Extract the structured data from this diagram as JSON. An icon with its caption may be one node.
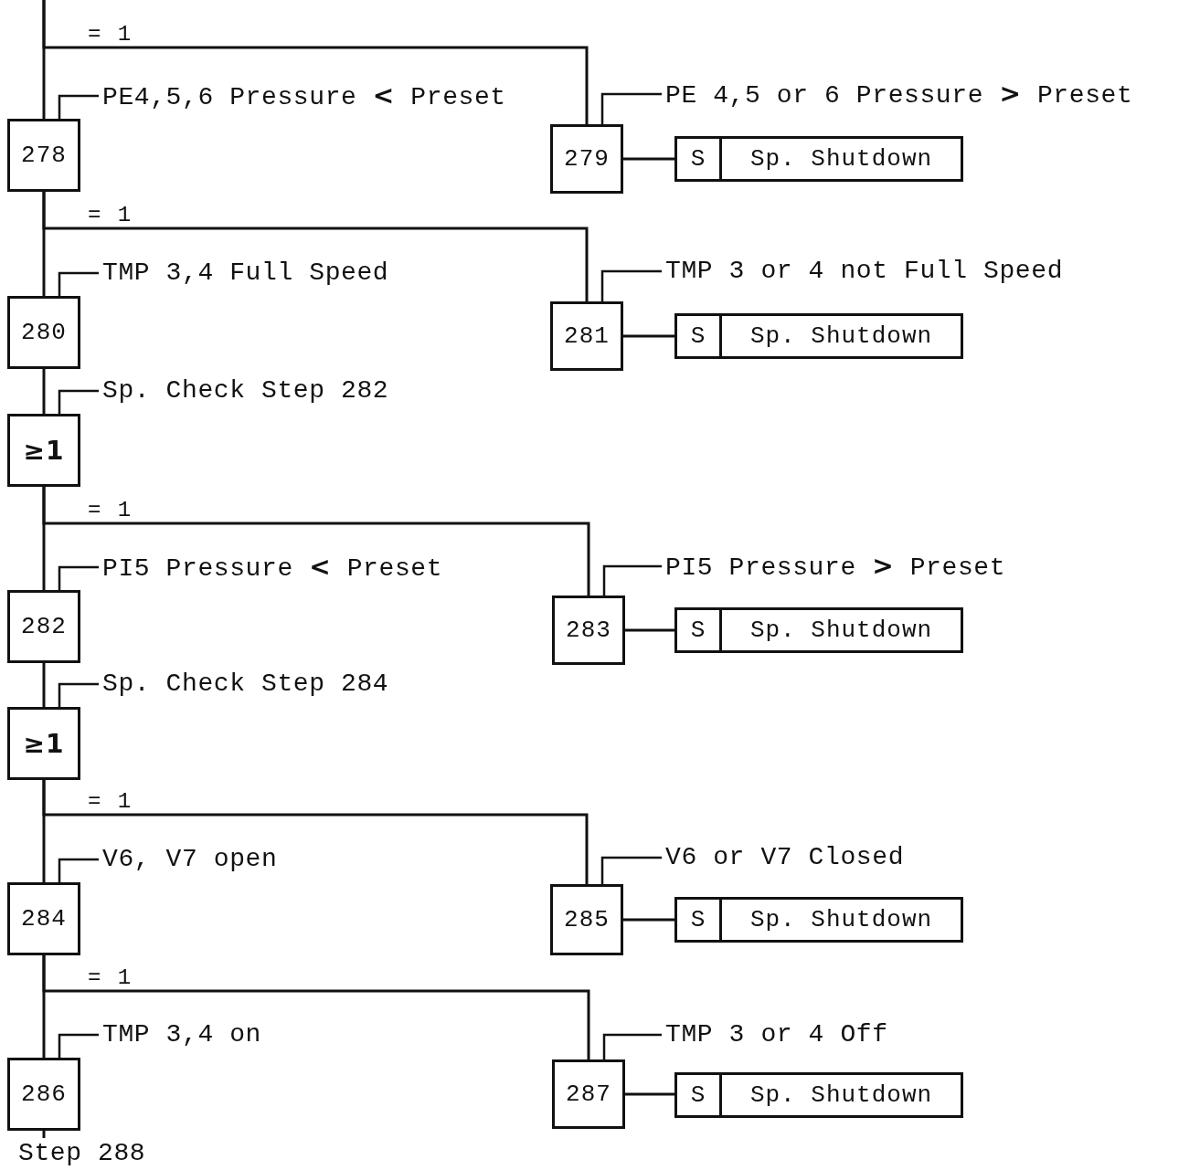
{
  "diagram": {
    "nodes": [
      {
        "text": [
          "278"
        ]
      },
      {
        "text": [
          "PE4,5,6 Pressure **<** Preset"
        ]
      },
      {
        "text": [
          "279"
        ]
      },
      {
        "text": [
          "PE 4,5 or 6 Pressure **>** Preset"
        ]
      },
      {
        "text": [
          "S",
          "Sp. Shutdown"
        ]
      },
      {
        "text": [
          "280"
        ]
      },
      {
        "text": [
          "TMP 3,4 Full Speed"
        ]
      },
      {
        "text": [
          "281"
        ]
      },
      {
        "text": [
          "TMP 3 or 4 not Full Speed"
        ]
      },
      {
        "text": [
          "S",
          "Sp. Shutdown"
        ]
      },
      {
        "text": [
          "≥1"
        ]
      },
      {
        "text": [
          "Sp. Check Step 282"
        ]
      },
      {
        "text": [
          "282"
        ]
      },
      {
        "text": [
          "PI5 Pressure **<** Preset"
        ]
      },
      {
        "text": [
          "283"
        ]
      },
      {
        "text": [
          "PI5 Pressure **>** Preset"
        ]
      },
      {
        "text": [
          "S",
          "Sp. Shutdown"
        ]
      },
      {
        "text": [
          "≥1"
        ]
      },
      {
        "text": [
          "Sp. Check Step 284"
        ]
      },
      {
        "text": [
          "284"
        ]
      },
      {
        "text": [
          "V6, V7  open"
        ]
      },
      {
        "text": [
          "285"
        ]
      },
      {
        "text": [
          "V6 or V7 Closed"
        ]
      },
      {
        "text": [
          "S",
          "Sp. Shutdown"
        ]
      },
      {
        "text": [
          "286"
        ]
      },
      {
        "text": [
          "TMP 3,4 on"
        ]
      },
      {
        "text": [
          "287"
        ]
      },
      {
        "text": [
          "TMP 3 or 4 Off"
        ]
      },
      {
        "text": [
          "S",
          "Sp. Shutdown"
        ]
      },
      {
        "text": [
          "Step 288"
        ]
      }
    ],
    "edges": [
      {
        "from": null,
        "to": 0,
        "arrow": "none"
      },
      {
        "from": null,
        "to": 2,
        "arrow": "none"
      },
      {
        "from": 1,
        "to": 0,
        "arrow": "none"
      },
      {
        "from": 3,
        "to": 2,
        "arrow": "none"
      },
      {
        "from": 2,
        "to": 4,
        "arrow": "none"
      },
      {
        "from": 0,
        "to": 5,
        "arrow": "none"
      },
      {
        "from": 0,
        "to": 7,
        "arrow": "none"
      },
      {
        "from": 6,
        "to": 5,
        "arrow": "none"
      },
      {
        "from": 8,
        "to": 7,
        "arrow": "none"
      },
      {
        "from": 7,
        "to": 9,
        "arrow": "none"
      },
      {
        "from": 5,
        "to": 10,
        "arrow": "none"
      },
      {
        "from": 11,
        "to": 10,
        "arrow": "none"
      },
      {
        "from": 10,
        "to": 12,
        "arrow": "none"
      },
      {
        "from": 10,
        "to": 14,
        "arrow": "none"
      },
      {
        "from": 13,
        "to": 12,
        "arrow": "none"
      },
      {
        "from": 15,
        "to": 14,
        "arrow": "none"
      },
      {
        "from": 14,
        "to": 16,
        "arrow": "none"
      },
      {
        "from": 12,
        "to": 17,
        "arrow": "none"
      },
      {
        "from": 18,
        "to": 17,
        "arrow": "none"
      },
      {
        "from": 17,
        "to": 19,
        "arrow": "none"
      },
      {
        "from": 17,
        "to": 21,
        "arrow": "none"
      },
      {
        "from": 20,
        "to": 19,
        "arrow": "none"
      },
      {
        "from": 22,
        "to": 21,
        "arrow": "none"
      },
      {
        "from": 21,
        "to": 23,
        "arrow": "none"
      },
      {
        "from": 19,
        "to": 24,
        "arrow": "none"
      },
      {
        "from": 19,
        "to": 26,
        "arrow": "none"
      },
      {
        "from": 25,
        "to": 24,
        "arrow": "none"
      },
      {
        "from": 27,
        "to": 26,
        "arrow": "none"
      },
      {
        "from": 26,
        "to": 28,
        "arrow": "none"
      },
      {
        "from": 24,
        "to": 29,
        "arrow": "none"
      }
    ],
    "labels": [
      "= 1",
      "= 1",
      "= 1",
      "= 1",
      "= 1"
    ]
  }
}
